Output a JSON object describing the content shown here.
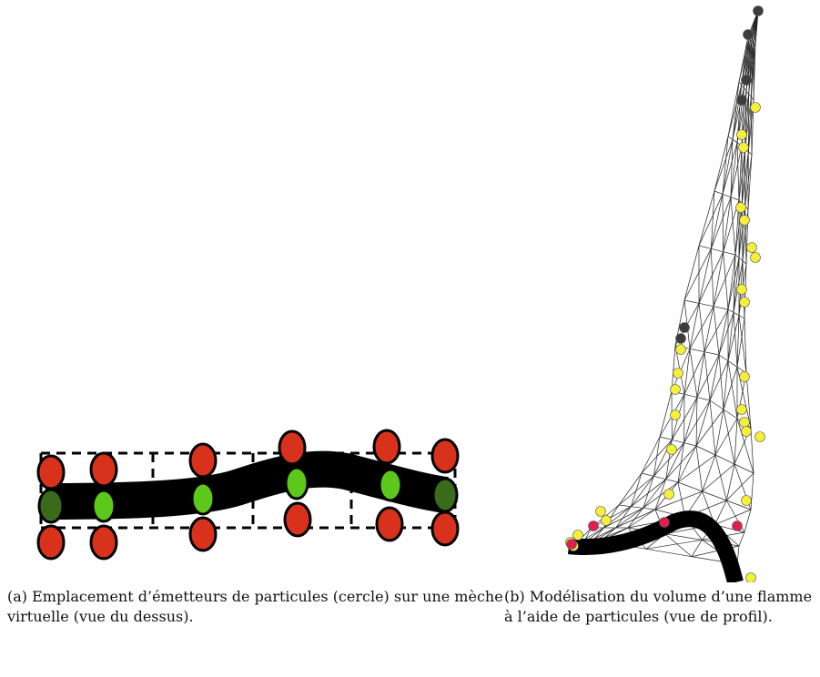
{
  "figure": {
    "panels": [
      {
        "id": "a",
        "caption": "(a) Emplacement d’émetteurs de particules (cercle) sur une mèche virtuelle (vue du dessus).",
        "emitter_colors": {
          "outer": "#d9321c",
          "inner": "#5cc91a",
          "end": "#3a6b1a",
          "wick": "#000000"
        }
      },
      {
        "id": "b",
        "caption": "(b) Modélisation du volume d’une flamme à l’aide de particules (vue de profil).",
        "particle_colors": {
          "yellow": "#f5ef3a",
          "dark": "#3c3c3c",
          "pink": "#e0204a",
          "wick": "#000000",
          "mesh": "#222222"
        }
      }
    ]
  }
}
